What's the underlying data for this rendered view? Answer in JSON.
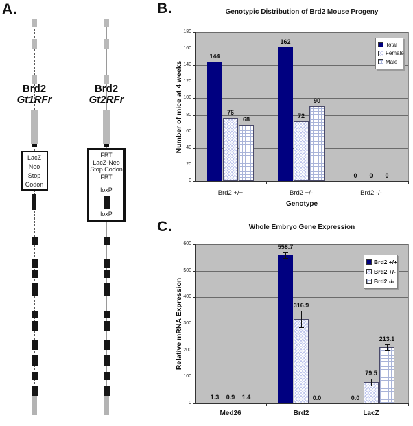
{
  "panels": {
    "a_letter": "A.",
    "b_letter": "B.",
    "c_letter": "C."
  },
  "panel_a": {
    "constructs": [
      {
        "gene": "Brd2",
        "allele": "Gt1RFr",
        "cassette": {
          "style": "thin",
          "lines": [
            "LacZ",
            "Neo",
            "Stop",
            "Codon"
          ]
        }
      },
      {
        "gene": "Brd2",
        "allele": "Gt2RFr",
        "cassette": {
          "style": "thick",
          "lines": [
            "FRT",
            "LacZ-Neo",
            "Stop Codon",
            "FRT"
          ],
          "loxp_top": "loxP",
          "loxp_bottom": "loxP"
        }
      }
    ]
  },
  "chart_data": [
    {
      "type": "bar",
      "title": "Genotypic Distribution of Brd2 Mouse Progeny",
      "xlabel": "Genotype",
      "ylabel": "Number of mice at 4 weeks",
      "ylim": [
        0,
        180
      ],
      "ytick_step": 20,
      "grid": true,
      "legend_position": "top-right",
      "label_format": "int",
      "categories": [
        "Brd2 +/+",
        "Brd2 +/-",
        "Brd2 -/-"
      ],
      "series": [
        {
          "name": "Total",
          "pattern": "solid",
          "values": [
            144,
            162,
            0
          ],
          "errors": [
            0,
            0,
            0
          ]
        },
        {
          "name": "Female",
          "pattern": "hatch",
          "values": [
            76,
            72,
            0
          ],
          "errors": [
            0,
            0,
            0
          ]
        },
        {
          "name": "Male",
          "pattern": "grid",
          "values": [
            68,
            90,
            0
          ],
          "errors": [
            0,
            0,
            0
          ]
        }
      ]
    },
    {
      "type": "bar",
      "title": "Whole Embryo Gene Expression",
      "xlabel": "",
      "ylabel": "Relative mRNA Expression",
      "ylim": [
        0,
        600
      ],
      "ytick_step": 100,
      "grid": true,
      "legend_position": "top-right",
      "label_format": "one_decimal",
      "categories": [
        "Med26",
        "Brd2",
        "LacZ"
      ],
      "series": [
        {
          "name": "Brd2 +/+",
          "pattern": "solid",
          "values": [
            1.3,
            558.7,
            0.0
          ],
          "errors": [
            0,
            10,
            0
          ]
        },
        {
          "name": "Brd2 +/-",
          "pattern": "hatch",
          "values": [
            0.9,
            316.9,
            79.5
          ],
          "errors": [
            0,
            30,
            12
          ]
        },
        {
          "name": "Brd2 -/-",
          "pattern": "grid",
          "values": [
            1.4,
            0.0,
            213.1
          ],
          "errors": [
            0,
            0,
            10
          ]
        }
      ]
    }
  ],
  "colors": {
    "navy": "#000080",
    "hatch_fill": "#bdc4ec",
    "hatch_line": "#ffffff",
    "grid_fill": "#ffffff",
    "grid_line": "#a9b4d9",
    "plot_bg": "#c0c0c0",
    "gridline": "#6b6b6b",
    "gene_gray": "#b9b9b9",
    "terminal_gray": "#b3b3b3",
    "exon_black": "#161616"
  }
}
